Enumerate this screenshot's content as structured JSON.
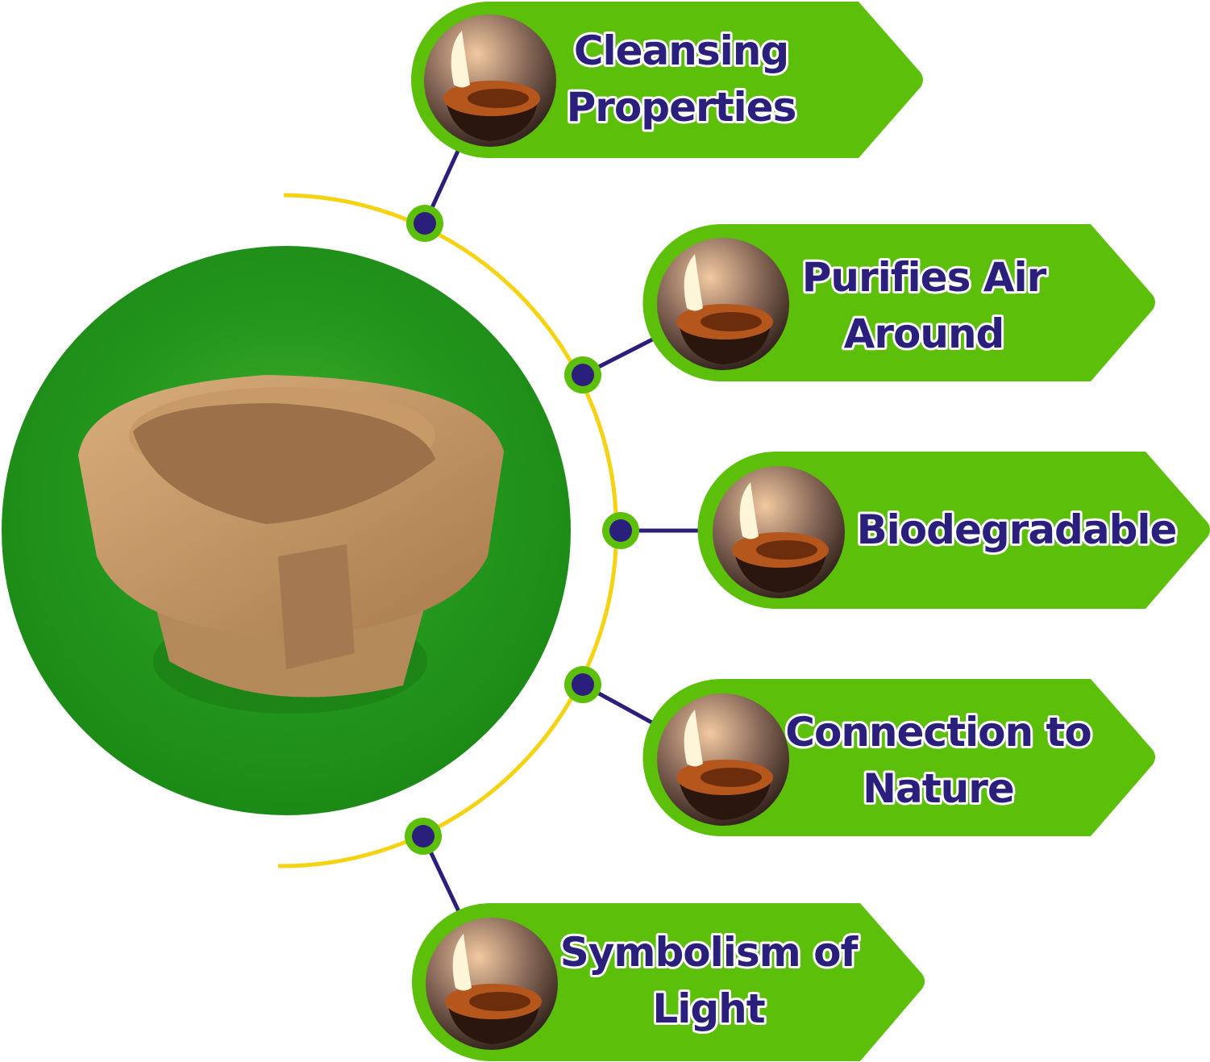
{
  "colors": {
    "tag_green": "#5cbf0a",
    "navy": "#2b1f7c",
    "arc_yellow": "#f5d312",
    "circle_green": "#2a9a20"
  },
  "benefits": [
    {
      "line1": "Cleansing",
      "line2": "Properties",
      "icon": "diya-lamp-icon"
    },
    {
      "line1": "Purifies Air",
      "line2": "Around",
      "icon": "diya-lamp-icon"
    },
    {
      "line1": "Biodegradable",
      "line2": "",
      "icon": "diya-lamp-icon"
    },
    {
      "line1": "Connection to",
      "line2": "Nature",
      "icon": "diya-lamp-icon"
    },
    {
      "line1": "Symbolism of",
      "line2": "Light",
      "icon": "diya-lamp-icon"
    }
  ]
}
